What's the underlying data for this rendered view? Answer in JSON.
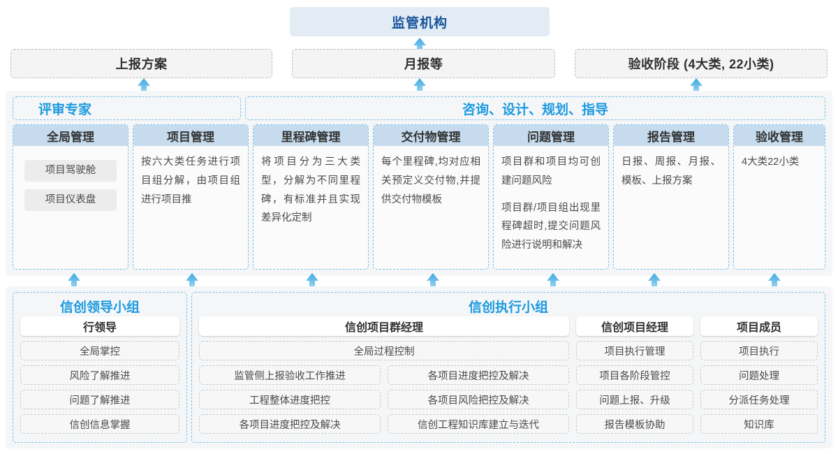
{
  "top": {
    "regulator_label": "监管机构",
    "report_boxes": [
      {
        "label": "上报方案"
      },
      {
        "label": "月报等"
      },
      {
        "label": "验收阶段 (4大类, 22小类)"
      }
    ]
  },
  "middle": {
    "group_titles": [
      {
        "label": "评审专家"
      },
      {
        "label": "咨询、设计、规划、指导"
      }
    ],
    "columns": [
      {
        "header": "全局管理",
        "chips": [
          "项目驾驶舱",
          "项目仪表盘"
        ],
        "paragraphs": []
      },
      {
        "header": "项目管理",
        "chips": [],
        "paragraphs": [
          "按六大类任务进行项目组分解，由项目组进行项目推"
        ]
      },
      {
        "header": "里程碑管理",
        "chips": [],
        "paragraphs": [
          "将项目分为三大类型，分解为不同里程碑，有标准并且实现差异化定制"
        ]
      },
      {
        "header": "交付物管理",
        "chips": [],
        "paragraphs": [
          "每个里程碑,均对应相关预定义交付物,并提供交付物模板"
        ]
      },
      {
        "header": "问题管理",
        "chips": [],
        "paragraphs": [
          "项目群和项目均可创建问题风险",
          "项目群/项目组出现里程碑超时,提交问题风险进行说明和解决"
        ]
      },
      {
        "header": "报告管理",
        "chips": [],
        "paragraphs": [
          "日报、周报、月报、模板、上报方案"
        ]
      },
      {
        "header": "验收管理",
        "chips": [],
        "paragraphs": [
          "4大类22小类"
        ]
      }
    ]
  },
  "bottom": {
    "groups": [
      {
        "title": "信创领导小组",
        "columns": [
          {
            "head": "行领导",
            "items": [
              "全局掌控",
              "风险了解推进",
              "问题了解推进",
              "信创信息掌握"
            ]
          }
        ]
      },
      {
        "title": "信创执行小组",
        "columns": [
          {
            "head": "信创项目群经理",
            "wide_item": "全局过程控制",
            "left_items": [
              "监管侧上报验收工作推进",
              "工程整体进度把控",
              "各项目进度把控及解决"
            ],
            "right_items": [
              "各项目进度把控及解决",
              "各项目风险把控及解决",
              "信创工程知识库建立与迭代"
            ]
          },
          {
            "head": "信创项目经理",
            "items": [
              "项目执行管理",
              "项目各阶段管控",
              "问题上报、升级",
              "报告模板协助"
            ]
          },
          {
            "head": "项目成员",
            "items": [
              "项目执行",
              "问题处理",
              "分派任务处理",
              "知识库"
            ]
          }
        ]
      }
    ]
  },
  "colors": {
    "accent_blue": "#1b9ae0",
    "header_blue": "#c6dcee",
    "regulator_bg": "#e3ebf4",
    "regulator_text": "#19559c",
    "panel_grey": "#f5f6f7"
  },
  "arrows": {
    "icon": "arrow-up-icon",
    "count_top": 3,
    "count_middle": 7
  }
}
